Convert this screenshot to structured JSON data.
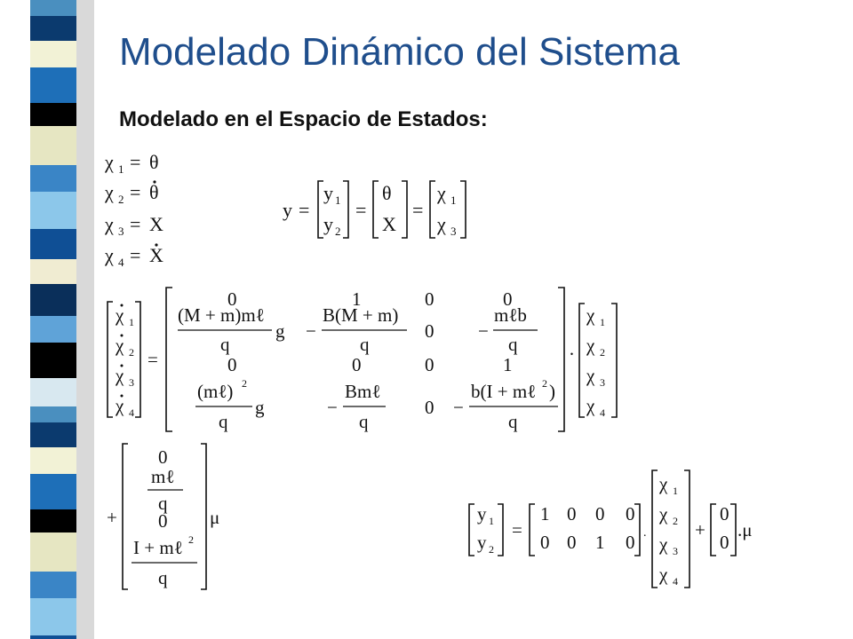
{
  "slide": {
    "title": "Modelado Dinámico del Sistema",
    "subtitle": "Modelado en el Espacio de Estados:"
  },
  "colors": {
    "title": "#1f4e8c",
    "stripe": [
      "#4a8fbf",
      "#0b3a6e",
      "#f2f2d6",
      "#1e6fb8",
      "#000000",
      "#e6e6c2",
      "#3a85c6",
      "#8cc7ea",
      "#0f4f95",
      "#f0ecd2",
      "#0a2f5a",
      "#5fa3d8",
      "#000000",
      "#d8e8f0"
    ]
  },
  "state_definitions": [
    {
      "lhs": "χ",
      "sub": "1",
      "rhs": "θ",
      "dot": false
    },
    {
      "lhs": "χ",
      "sub": "2",
      "rhs": "θ",
      "dot": true
    },
    {
      "lhs": "χ",
      "sub": "3",
      "rhs": "X",
      "dot": false
    },
    {
      "lhs": "χ",
      "sub": "4",
      "rhs": "X",
      "dot": true
    }
  ],
  "output_equation": {
    "y": "y",
    "y_vector": [
      "y",
      "y"
    ],
    "y_subs": [
      "1",
      "2"
    ],
    "middle": [
      "θ",
      "X"
    ],
    "right": [
      "χ",
      "χ"
    ],
    "right_subs": [
      "1",
      "3"
    ],
    "eq": "="
  },
  "state_equation": {
    "x_dot": [
      "χ",
      "χ",
      "χ",
      "χ"
    ],
    "subs": [
      "1",
      "2",
      "3",
      "4"
    ],
    "A_zero": "0",
    "A_one": "1",
    "A_num_21": "(M + m)mℓ",
    "A_g": "g",
    "A_num_22": "B(M + m)",
    "A_num_24": "mℓb",
    "A_den": "q",
    "A_num_41": "(mℓ)",
    "A_num_42": "Bmℓ",
    "A_num_44": "b(I + mℓ",
    "exp2": "2",
    "minus": "−",
    "dot_op": "·",
    "plus": "+",
    "B_num_2": "mℓ",
    "B_num_4": "I + mℓ",
    "mu": "μ"
  },
  "output_matrix_equation": {
    "y": [
      "y",
      "y"
    ],
    "C_rows": [
      [
        "1",
        "0",
        "0",
        "0"
      ],
      [
        "0",
        "0",
        "1",
        "0"
      ]
    ],
    "D": [
      "0",
      "0"
    ],
    "mu": ".μ"
  }
}
